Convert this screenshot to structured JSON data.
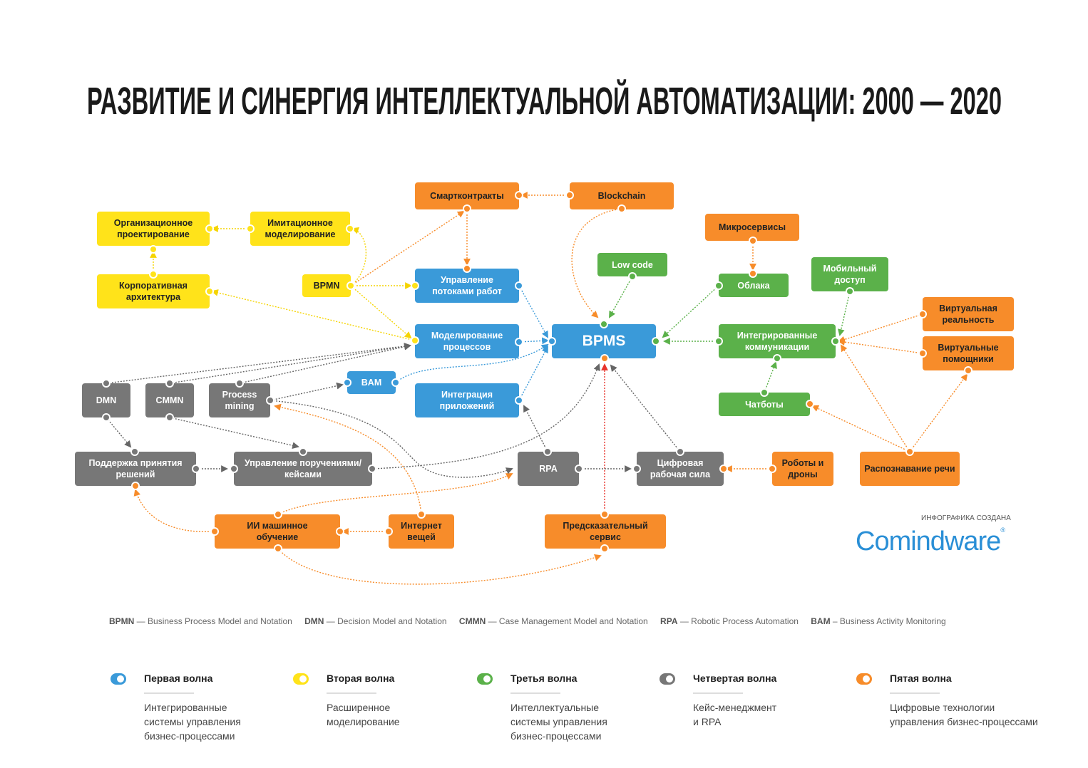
{
  "title": "РАЗВИТИЕ И СИНЕРГИЯ ИНТЕЛЛЕКТУАЛЬНОЙ АВТОМАТИЗАЦИИ: 2000 — 2020",
  "colors": {
    "wave1": "#3a9ad9",
    "wave2": "#ffe31a",
    "wave3": "#5bb14a",
    "wave4": "#777777",
    "wave5": "#f78c2a"
  },
  "nodes": {
    "smart": "Смартконтракты",
    "blockchain": "Blockchain",
    "org": "Организационное проектирование",
    "imit": "Имитационное моделирование",
    "korp": "Корпоративная архитектура",
    "bpmn": "BPMN",
    "upr_pot": "Управление потоками работ",
    "model": "Моделирование процессов",
    "bpms": "BPMS",
    "bam": "BAM",
    "integr": "Интеграция приложений",
    "lowcode": "Low code",
    "micro": "Микросервисы",
    "oblaka": "Облака",
    "mob": "Мобильный доступ",
    "intcom": "Интегрированные коммуникации",
    "chat": "Чатботы",
    "vr": "Виртуальная реальность",
    "va": "Виртуальные помощники",
    "dmn": "DMN",
    "cmmn": "CMMN",
    "pm": "Process mining",
    "podd": "Поддержка принятия решений",
    "upr_por": "Управление поручениями/кейсами",
    "rpa": "RPA",
    "cifr": "Цифровая рабочая сила",
    "robots": "Роботы и дроны",
    "rasp": "Распознавание речи",
    "ii": "ИИ машинное обучение",
    "iot": "Интернет вещей",
    "predsk": "Предсказательный сервис"
  },
  "abbreviations": [
    {
      "abbr": "BPMN",
      "text": " — Business Process Model and Notation"
    },
    {
      "abbr": "DMN",
      "text": " — Decision Model and Notation"
    },
    {
      "abbr": "CMMN",
      "text": " — Case Management Model and Notation"
    },
    {
      "abbr": "RPA",
      "text": " — Robotic Process Automation"
    },
    {
      "abbr": "BAM",
      "text": " – Business Activity Monitoring"
    }
  ],
  "credit": "ИНФОГРАФИКА СОЗДАНА",
  "logo": "Comindware",
  "waves": [
    {
      "title": "Первая волна",
      "desc": "Интегрированные\nсистемы управления\nбизнес-процессами"
    },
    {
      "title": "Вторая волна",
      "desc": "Расширенное\nмоделирование"
    },
    {
      "title": "Третья волна",
      "desc": "Интеллектуальные\nсистемы управления\nбизнес-процессами"
    },
    {
      "title": "Четвертая волна",
      "desc": "Кейс-менеджмент\nи RPA"
    },
    {
      "title": "Пятая волна",
      "desc": "Цифровые технологии\nуправления бизнес-процессами"
    }
  ]
}
